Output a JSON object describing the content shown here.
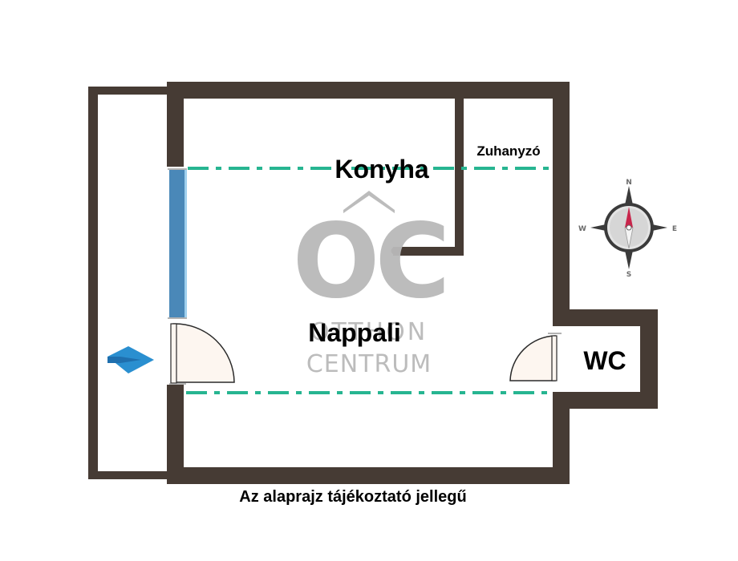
{
  "rooms": {
    "kitchen": "Konyha",
    "shower": "Zuhanyzó",
    "living": "Nappali",
    "wc": "WC"
  },
  "watermark": {
    "monogram": "OC",
    "line1": "OTTHON",
    "line2": "CENTRUM"
  },
  "compass": {
    "north": "N",
    "south": "S",
    "east": "E",
    "west": "W"
  },
  "disclaimer": "Az alaprajz tájékoztató jellegű",
  "colors": {
    "wall": "#463b34",
    "dash_line": "#27b591",
    "window": "#4a88b8",
    "entry_arrow": "#2a8fd0",
    "door": "#fdf6f0",
    "watermark": "#b9b9b9",
    "compass_needle": "#c8254b"
  },
  "icons": {
    "entry": "entry-arrow-icon",
    "compass": "compass-rose-icon"
  }
}
